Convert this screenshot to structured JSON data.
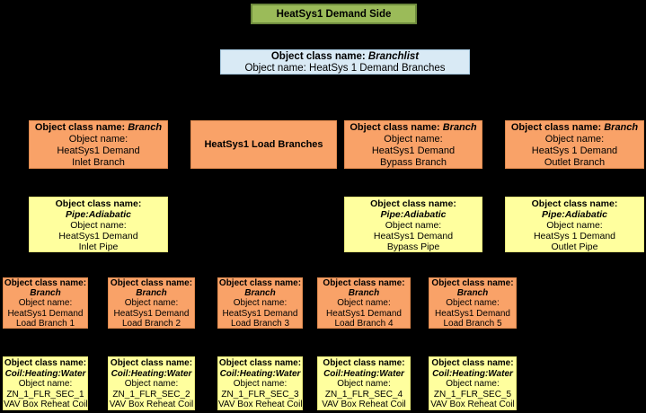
{
  "colors": {
    "background": "#000000",
    "green_fill": "#9BBB59",
    "green_border": "#6E8B3D",
    "blue_fill": "#D9EAF5",
    "blue_border": "#A7C9E0",
    "orange_fill": "#F9A268",
    "orange_border": "#E08A4E",
    "yellow_fill": "#FFFF9E",
    "yellow_border": "#E8E87A",
    "text": "#000000"
  },
  "title_box": {
    "label": "HeatSys1 Demand Side"
  },
  "branchlist_box": {
    "class_label": "Object class name:",
    "class_value": "Branchlist",
    "name_line": "Object name: HeatSys 1 Demand Branches"
  },
  "branch_row": {
    "inlet": {
      "class_label": "Object class name:",
      "class_value": "Branch",
      "name_label": "Object name:",
      "line1": "HeatSys1 Demand",
      "line2": "Inlet Branch"
    },
    "load_header": {
      "label": "HeatSys1 Load Branches"
    },
    "bypass": {
      "class_label": "Object class name:",
      "class_value": "Branch",
      "name_label": "Object name:",
      "line1": "HeatSys1 Demand",
      "line2": "Bypass Branch"
    },
    "outlet": {
      "class_label": "Object class name:",
      "class_value": "Branch",
      "name_label": "Object name:",
      "line1": "HeatSys 1 Demand",
      "line2": "Outlet Branch"
    }
  },
  "pipe_row": {
    "inlet": {
      "class_label": "Object class name:",
      "class_value": "Pipe:Adiabatic",
      "name_label": "Object name:",
      "line1": "HeatSys1 Demand",
      "line2": "Inlet Pipe"
    },
    "bypass": {
      "class_label": "Object class name:",
      "class_value": "Pipe:Adiabatic",
      "name_label": "Object name:",
      "line1": "HeatSys1 Demand",
      "line2": "Bypass Pipe"
    },
    "outlet": {
      "class_label": "Object class name:",
      "class_value": "Pipe:Adiabatic",
      "name_label": "Object name:",
      "line1": "HeatSys 1 Demand",
      "line2": "Outlet Pipe"
    }
  },
  "load_branches": [
    {
      "class_label": "Object class name:",
      "class_value": "Branch",
      "name_label": "Object name:",
      "line1": "HeatSys1 Demand",
      "line2": "Load Branch 1"
    },
    {
      "class_label": "Object class name:",
      "class_value": "Branch",
      "name_label": "Object name:",
      "line1": "HeatSys1 Demand",
      "line2": "Load Branch 2"
    },
    {
      "class_label": "Object class name:",
      "class_value": "Branch",
      "name_label": "Object name:",
      "line1": "HeatSys1 Demand",
      "line2": "Load Branch 3"
    },
    {
      "class_label": "Object class name:",
      "class_value": "Branch",
      "name_label": "Object name:",
      "line1": "HeatSys1 Demand",
      "line2": "Load Branch 4"
    },
    {
      "class_label": "Object class name:",
      "class_value": "Branch",
      "name_label": "Object name:",
      "line1": "HeatSys1 Demand",
      "line2": "Load Branch 5"
    }
  ],
  "coils": [
    {
      "class_label": "Object class name:",
      "class_value": "Coil:Heating:Water",
      "name_label": "Object name:",
      "line1": "ZN_1_FLR_SEC_1",
      "line2": "VAV Box Reheat Coil"
    },
    {
      "class_label": "Object class name:",
      "class_value": "Coil:Heating:Water",
      "name_label": "Object name:",
      "line1": "ZN_1_FLR_SEC_2",
      "line2": "VAV Box Reheat Coil"
    },
    {
      "class_label": "Object class name:",
      "class_value": "Coil:Heating:Water",
      "name_label": "Object name:",
      "line1": "ZN_1_FLR_SEC_3",
      "line2": "VAV Box Reheat Coil"
    },
    {
      "class_label": "Object class name:",
      "class_value": "Coil:Heating:Water",
      "name_label": "Object name:",
      "line1": "ZN_1_FLR_SEC_4",
      "line2": "VAV Box Reheat Coil"
    },
    {
      "class_label": "Object class name:",
      "class_value": "Coil:Heating:Water",
      "name_label": "Object name:",
      "line1": "ZN_1_FLR_SEC_5",
      "line2": "VAV Box Reheat Coil"
    }
  ]
}
